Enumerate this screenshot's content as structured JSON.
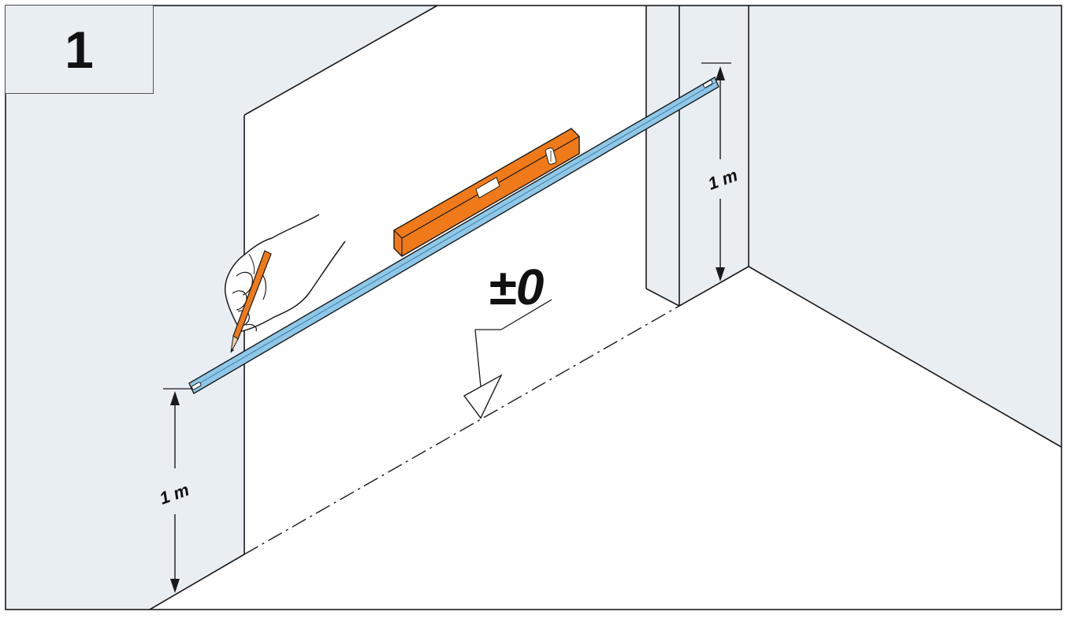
{
  "step": {
    "number": "1"
  },
  "labels": {
    "height_right": "1 m",
    "height_left": "1 m",
    "reference": "±0"
  },
  "colors": {
    "wall": "#e9eef3",
    "floor": "#ffffff",
    "outline": "#1a1a1a",
    "ruler": "#8ec7e8",
    "spirit_level": "#f07a1a"
  },
  "icons": [
    "hand-with-pencil-icon",
    "datum-triangle-icon"
  ]
}
